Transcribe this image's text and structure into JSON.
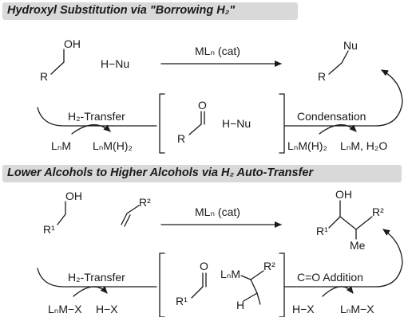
{
  "panel1": {
    "title": "Hydroxyl Substitution via \"Borrowing H₂\"",
    "alcohol": {
      "oh": "OH",
      "r": "R"
    },
    "nucleophile": "H−Nu",
    "catalyst": "MLₙ (cat)",
    "product": {
      "nu": "Nu",
      "r": "R"
    },
    "step_left": "H₂-Transfer",
    "step_right": "Condensation",
    "intermediate": {
      "o": "O",
      "r": "R",
      "nucleophile": "H−Nu"
    },
    "left_in": "LₙM",
    "left_out": "LₙM(H)₂",
    "right_in": "LₙM(H)₂",
    "right_out": "LₙM, H₂O"
  },
  "panel2": {
    "title": "Lower Alcohols to Higher Alcohols via H₂ Auto-Transfer",
    "alcohol": {
      "oh": "OH",
      "r": "R¹"
    },
    "alkene_r": "R²",
    "catalyst": "MLₙ (cat)",
    "product": {
      "oh": "OH",
      "r1": "R¹",
      "r2": "R²",
      "me": "Me"
    },
    "step_left": "H₂-Transfer",
    "step_right": "C=O Addition",
    "intermediate": {
      "o": "O",
      "r": "R¹",
      "lnm": "LₙM",
      "r2": "R²",
      "h": "H"
    },
    "left_in": "LₙM−X",
    "left_out": "H−X",
    "right_in": "H−X",
    "right_out": "LₙM−X"
  }
}
